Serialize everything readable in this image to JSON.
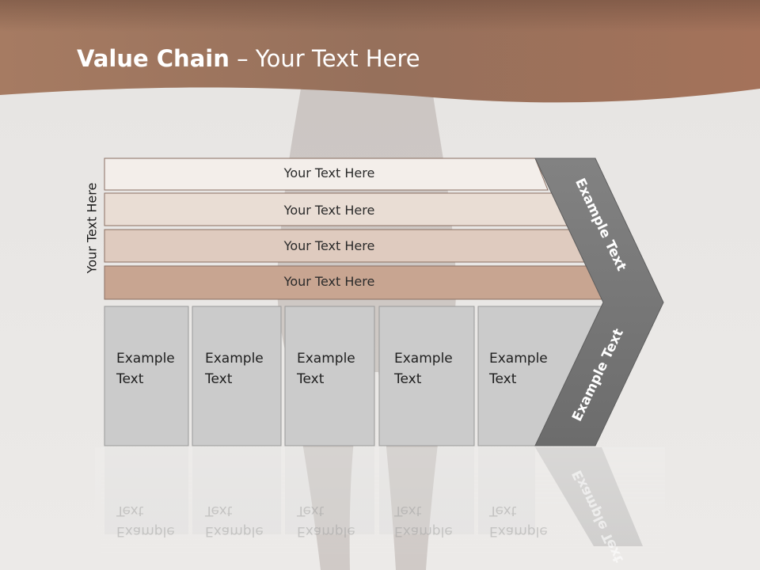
{
  "title": {
    "bold": "Value Chain",
    "rest": " – Your Text Here"
  },
  "side_label": "Your Text Here",
  "bars": [
    {
      "label": "Your Text Here"
    },
    {
      "label": "Your Text Here"
    },
    {
      "label": "Your Text Here"
    },
    {
      "label": "Your Text Here"
    }
  ],
  "boxes": [
    {
      "label": "Example\nText"
    },
    {
      "label": "Example\nText"
    },
    {
      "label": "Example\nText"
    },
    {
      "label": "Example\nText"
    },
    {
      "label": "Example\nText"
    }
  ],
  "chevron": {
    "upper_label": "Example Text",
    "lower_label": "Example Text"
  },
  "colors": {
    "header_brown": "#a8775b",
    "bar1": "#f3eeea",
    "bar2": "#e9ddd4",
    "bar3": "#dfcbbf",
    "bar4": "#c8a591",
    "box_fill": "#cbcbcb",
    "chevron_fill": "#777777"
  }
}
